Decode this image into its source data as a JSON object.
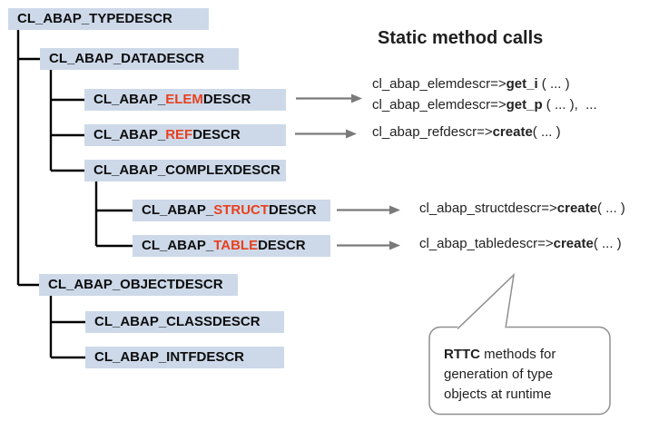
{
  "heading": "Static method calls",
  "colors": {
    "box_bg": "#cdd9e9",
    "highlight_red": "#e8401f",
    "arrow_gray": "#7a7a7a",
    "line_black": "#000000",
    "bubble_border": "#8f8f8f",
    "text_dark": "#1f1f1f"
  },
  "tree": {
    "boxes": [
      {
        "prefix": "CL_ABAP_TYPEDESCR",
        "highlight": "",
        "suffix": ""
      },
      {
        "prefix": "CL_ABAP_DATADESCR",
        "highlight": "",
        "suffix": ""
      },
      {
        "prefix": "CL_ABAP_",
        "highlight": "ELEM",
        "suffix": "DESCR"
      },
      {
        "prefix": "CL_ABAP_",
        "highlight": "REF",
        "suffix": "DESCR"
      },
      {
        "prefix": "CL_ABAP_COMPLEXDESCR",
        "highlight": "",
        "suffix": ""
      },
      {
        "prefix": "CL_ABAP_",
        "highlight": "STRUCT",
        "suffix": "DESCR"
      },
      {
        "prefix": "CL_ABAP_",
        "highlight": "TABLE",
        "suffix": "DESCR"
      },
      {
        "prefix": "CL_ABAP_OBJECTDESCR",
        "highlight": "",
        "suffix": ""
      },
      {
        "prefix": "CL_ABAP_CLASSDESCR",
        "highlight": "",
        "suffix": ""
      },
      {
        "prefix": "CL_ABAP_INTFDESCR",
        "highlight": "",
        "suffix": ""
      }
    ]
  },
  "calls": [
    {
      "prefix": "cl_abap_elemdescr=>",
      "method": "get_i",
      "args": " ( ... )"
    },
    {
      "prefix": "cl_abap_elemdescr=>",
      "method": "get_p",
      "args": " ( ... ),  ..."
    },
    {
      "prefix": "cl_abap_refdescr=>",
      "method": "create",
      "args": "( ... )"
    },
    {
      "prefix": "cl_abap_structdescr=>",
      "method": "create",
      "args": "( ... )"
    },
    {
      "prefix": "cl_abap_tabledescr=>",
      "method": "create",
      "args": "( ... )"
    }
  ],
  "bubble": {
    "line1_bold": "RTTC",
    "line1_rest": " methods for",
    "line2": "generation of type",
    "line3": "objects at runtime"
  },
  "icons": {
    "arrow": "arrow-right-icon",
    "callout": "speech-bubble"
  }
}
